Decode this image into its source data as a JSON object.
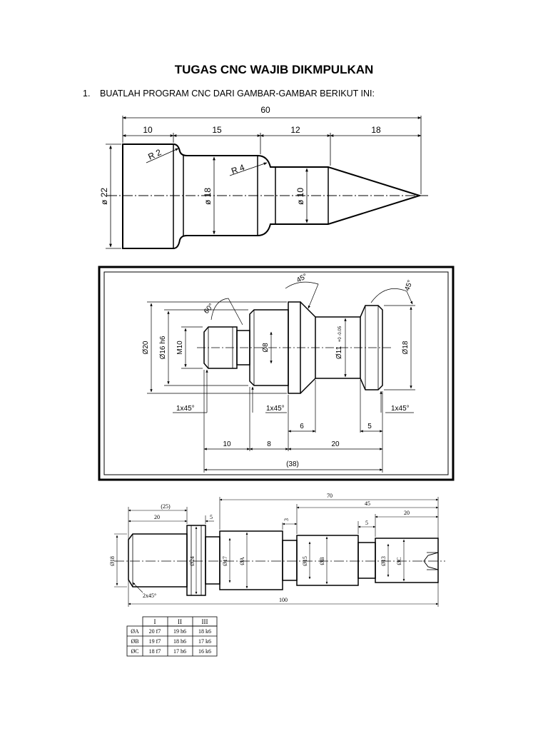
{
  "document": {
    "title": "TUGAS CNC WAJIB DIKMPULKAN",
    "question_number": "1.",
    "question_text": "BUATLAH PROGRAM CNC DARI GAMBAR-GAMBAR BERIKUT INI:"
  },
  "drawing1": {
    "overall": "60",
    "segments": [
      "10",
      "15",
      "12",
      "18"
    ],
    "radius_a": "R 2",
    "radius_b": "R 4",
    "dia_a": "ø 22",
    "dia_b": "ø 18",
    "dia_c": "ø 10"
  },
  "drawing2": {
    "angle_a": "60°",
    "angle_b": "45°",
    "angle_c": "45°",
    "dia_20": "Ø20",
    "dia_16": "Ø16 h6",
    "thread": "M10",
    "dia_8": "Ø8",
    "dia_11": "Ø11",
    "dia_11_tol": "+0 -0.05",
    "dia_18": "Ø18",
    "chamfer_a": "1x45°",
    "chamfer_b": "1x45°",
    "chamfer_c": "1x45°",
    "len_10": "10",
    "len_8": "8",
    "len_6": "6",
    "len_20": "20",
    "len_5": "5",
    "total": "(38)"
  },
  "drawing3": {
    "ref_25": "(25)",
    "len_20a": "20",
    "len_5a": "5",
    "len_70": "70",
    "len_45": "45",
    "len_20b": "20",
    "len_3": "3",
    "len_5b": "5",
    "total": "100",
    "chamfer": "2x45°",
    "dia_18": "Ø18",
    "dia_24": "Ø24",
    "dia_17": "Ø17",
    "dia_A": "ØA",
    "dia_15": "Ø15",
    "dia_B": "ØB",
    "dia_13": "Ø13",
    "dia_C": "ØC",
    "table_headers": [
      "",
      "I",
      "II",
      "III"
    ],
    "table_rows": [
      [
        "ØA",
        "20 f7",
        "19 h6",
        "18 k6"
      ],
      [
        "ØB",
        "19 f7",
        "18 h6",
        "17 k6"
      ],
      [
        "ØC",
        "18 f7",
        "17 h6",
        "16 k6"
      ]
    ]
  }
}
